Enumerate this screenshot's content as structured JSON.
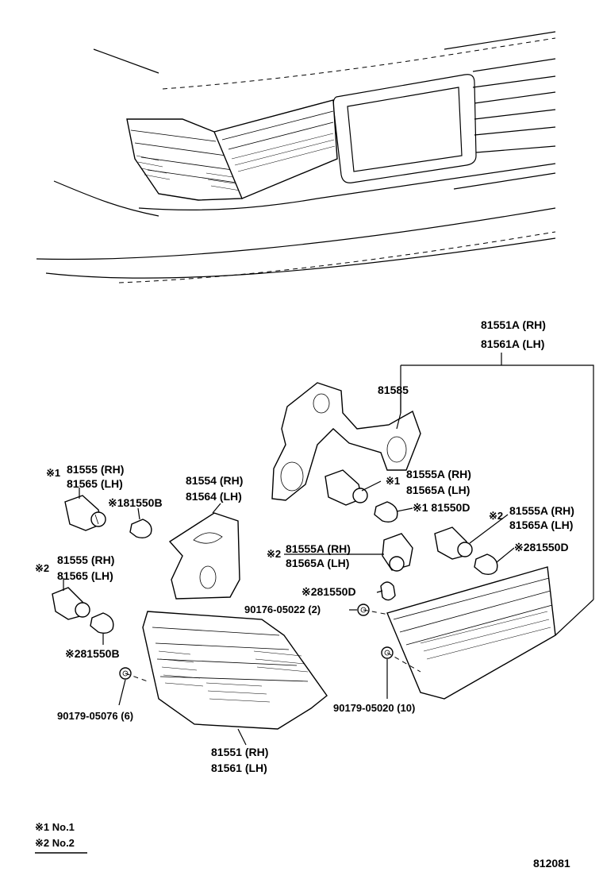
{
  "diagram_id": "812081",
  "callouts": {
    "assy_rh": "81551A (RH)",
    "assy_lh": "81561A (LH)",
    "gasket": "81585",
    "outer_socket1_mark": "※1",
    "outer_socket1_rh": "81555 (RH)",
    "outer_socket1_lh": "81565 (LH)",
    "outer_bulb1": "※181550B",
    "outer_socket2_mark": "※2",
    "outer_socket2_rh": "81555 (RH)",
    "outer_socket2_lh": "81565 (LH)",
    "outer_bulb2": "※281550B",
    "outer_gasket_rh": "81554 (RH)",
    "outer_gasket_lh": "81564 (LH)",
    "inner_socket1_mark": "※1",
    "inner_socket1_rh": "81555A (RH)",
    "inner_socket1_lh": "81565A (LH)",
    "inner_bulb1": "※1 81550D",
    "inner_socket2_mark": "※2",
    "inner_socket2_rh": "81555A (RH)",
    "inner_socket2_lh": "81565A (LH)",
    "inner_bulb2": "※281550D",
    "mid_socket_mark": "※2",
    "mid_socket_rh": "81555A (RH)",
    "mid_socket_lh": "81565A (LH)",
    "mid_bulb": "※281550D",
    "nut_a": "90176-05022 (2)",
    "nut_b": "90179-05020 (10)",
    "nut_c": "90179-05076 (6)",
    "lamp_rh": "81551 (RH)",
    "lamp_lh": "81561 (LH)"
  },
  "legend": {
    "item1": "※1 No.1",
    "item2": "※2 No.2"
  }
}
